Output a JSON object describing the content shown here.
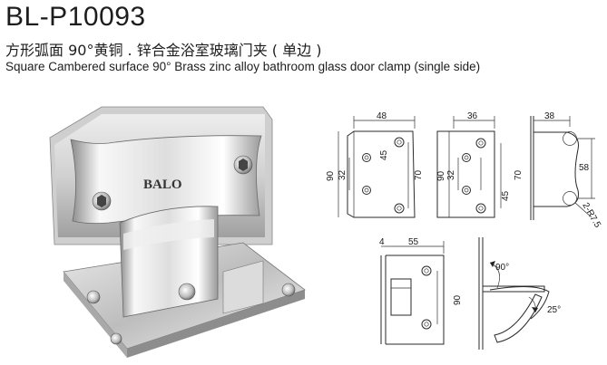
{
  "header": {
    "model": "BL-P10093",
    "title_cn": "方形弧面 90°黄铜 . 锌合金浴室玻璃门夹 ( 单边 )",
    "title_en": "Square Cambered surface 90° Brass zinc alloy bathroom glass door clamp (single side)"
  },
  "product": {
    "logo_text": "BALO"
  },
  "drawings": {
    "front_left": {
      "width": "48",
      "height": "90",
      "hole_spacing": "32",
      "offset": "45",
      "inner_height": "70"
    },
    "front_right": {
      "width": "36",
      "height": "90",
      "hole_spacing": "32",
      "offset": "45",
      "inner_height": "70"
    },
    "side": {
      "width": "38",
      "height": "58",
      "radius": "2-R7.5"
    },
    "bottom_front": {
      "thickness": "4",
      "width": "55",
      "height": "90"
    },
    "rotation": {
      "open_angle": "90°",
      "close_angle": "25°"
    }
  },
  "colors": {
    "metal_light": "#f4f4f4",
    "metal_dark": "#7a7a7a",
    "line": "#2a2a2a"
  }
}
